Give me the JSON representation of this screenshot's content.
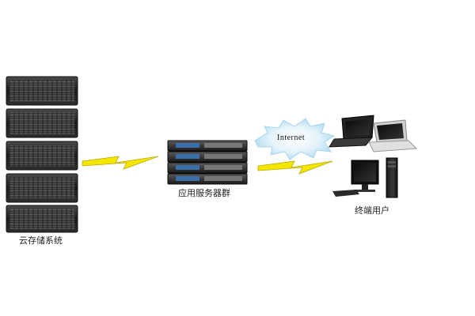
{
  "labels": {
    "cloud_storage": "云存储系统",
    "app_servers": "应用服务器群",
    "internet": "Internet",
    "end_users": "终端用户"
  },
  "colors": {
    "background": "#ffffff",
    "server_body": "#1c1c1c",
    "lightning": "#f5e600",
    "cloud_glow": "#cfe9f7"
  },
  "icons": [
    "storage-rack-icon",
    "server-cluster-icon",
    "lightning-icon",
    "cloud-burst-icon",
    "laptop-icon",
    "desktop-computer-icon"
  ]
}
